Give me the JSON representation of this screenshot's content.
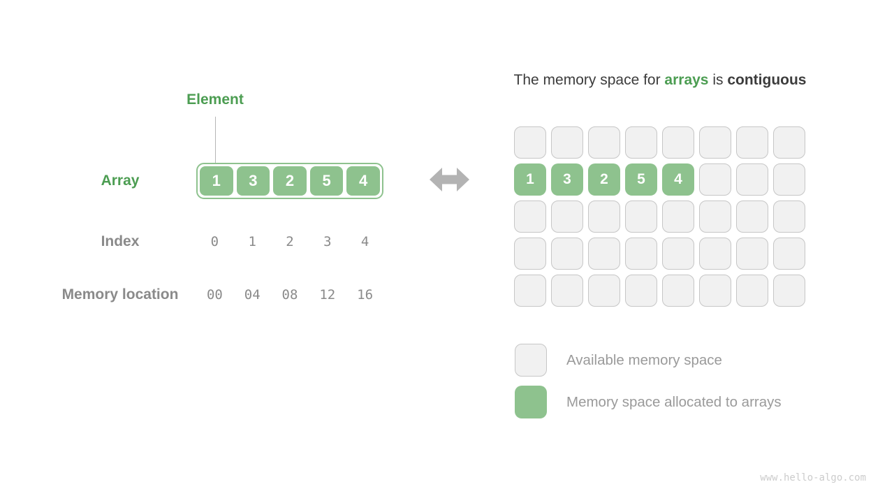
{
  "page": {
    "watermark": "www.hello-algo.com"
  },
  "left_panel": {
    "element_label": "Element",
    "array_label": "Array",
    "array_values": [
      "1",
      "3",
      "2",
      "5",
      "4"
    ],
    "index_label": "Index",
    "index_values": [
      "0",
      "1",
      "2",
      "3",
      "4"
    ],
    "memory_label": "Memory location",
    "memory_values": [
      "00",
      "04",
      "08",
      "12",
      "16"
    ]
  },
  "arrow": {
    "icon": "left-right-double-arrow"
  },
  "right_panel": {
    "title_parts": {
      "prefix": "The memory space for ",
      "highlight": "arrays",
      "middle": " is ",
      "emphasis": "contiguous"
    },
    "memory_grid": {
      "rows": 5,
      "cols": 8,
      "allocated_row": 1,
      "allocated_values": [
        "1",
        "3",
        "2",
        "5",
        "4"
      ]
    },
    "legend": [
      {
        "key": "available",
        "label": "Available memory space"
      },
      {
        "key": "allocated",
        "label": "Memory space allocated to arrays"
      }
    ]
  },
  "colors": {
    "green_fill": "#8ec28e",
    "green_accent": "#4c9d52",
    "cell_gray_bg": "#f1f1f1",
    "cell_gray_border": "#c6c6c6",
    "label_gray": "#8a8a8a",
    "legend_text_gray": "#9a9a9a",
    "title_dark": "#3c3c3c",
    "arrow_gray": "#b3b3b3",
    "connector_gray": "#b5b5b5",
    "watermark_gray": "#cccccc"
  }
}
